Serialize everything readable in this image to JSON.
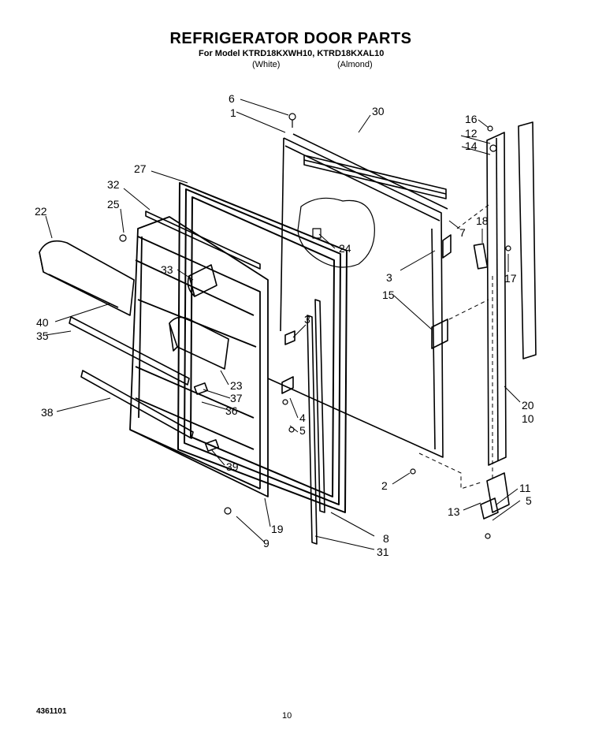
{
  "header": {
    "title": "REFRIGERATOR DOOR PARTS",
    "model_line": "For Model KTRD18KXWH10, KTRD18KXAL10",
    "variant_white": "(White)",
    "variant_almond": "(Almond)"
  },
  "callouts": [
    "6",
    "1",
    "30",
    "16",
    "12",
    "14",
    "27",
    "32",
    "25",
    "22",
    "18",
    "7",
    "24",
    "33",
    "3",
    "17",
    "3",
    "15",
    "40",
    "35",
    "23",
    "37",
    "36",
    "20",
    "10",
    "38",
    "4",
    "5",
    "2",
    "39",
    "11",
    "5",
    "13",
    "19",
    "9",
    "8",
    "31"
  ],
  "footer": {
    "doc_number": "4361101",
    "page_number": "10"
  }
}
